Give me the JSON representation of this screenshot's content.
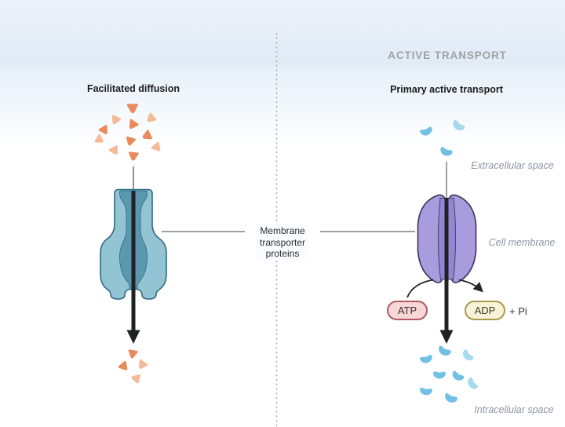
{
  "header": {
    "title": "ACTIVE TRANSPORT"
  },
  "panels": {
    "left": {
      "title": "Facilitated diffusion"
    },
    "right": {
      "title": "Primary active transport"
    }
  },
  "labels": {
    "extracellular": "Extracellular space",
    "cell_membrane": "Cell membrane",
    "intracellular": "Intracellular space",
    "transporter_lines": [
      "Membrane",
      "transporter",
      "proteins"
    ]
  },
  "energy": {
    "atp": "ATP",
    "adp": "ADP",
    "pi": "+ Pi"
  },
  "colors": {
    "orange": "#e9895c",
    "orange_light": "#f4ba97",
    "blue": "#72c1e5",
    "blue_light": "#a6d8ee",
    "teal_protein": "#8fc2d2",
    "teal_protein_channel": "#5596ac",
    "teal_protein_outline": "#2d6a80",
    "purple_protein": "#a99cde",
    "purple_protein_stripe": "#9386d2",
    "purple_protein_outline": "#3f3258",
    "membrane_head_front": "#a8b2c4",
    "membrane_head_bottom": "#9fabbd",
    "atp_fill": "#f9d7d7",
    "atp_border": "#b05a66",
    "adp_fill": "#f8f3d8",
    "adp_border": "#a89b4d",
    "arrow_black": "#1f2124",
    "label_gray": "#8b96a3",
    "header_gray": "#a1a1a4"
  },
  "particles": {
    "orange_top": [
      [
        169,
        138,
        178,
        1.15,
        "orange"
      ],
      [
        147,
        153,
        205,
        1.0,
        "orange_light"
      ],
      [
        192,
        151,
        230,
        1.0,
        "orange_light"
      ],
      [
        133,
        166,
        150,
        1.0,
        "orange"
      ],
      [
        169,
        159,
        215,
        1.05,
        "orange"
      ],
      [
        187,
        173,
        245,
        1.05,
        "orange"
      ],
      [
        127,
        178,
        120,
        0.95,
        "orange_light"
      ],
      [
        146,
        192,
        150,
        1.0,
        "orange_light"
      ],
      [
        166,
        180,
        195,
        1.0,
        "orange"
      ],
      [
        200,
        188,
        140,
        1.0,
        "orange_light"
      ],
      [
        170,
        199,
        185,
        1.05,
        "orange"
      ]
    ],
    "orange_bottom": [
      [
        169,
        451,
        190,
        1.0,
        "orange"
      ],
      [
        158,
        467,
        140,
        1.0,
        "orange"
      ],
      [
        181,
        465,
        215,
        1.0,
        "orange_light"
      ],
      [
        174,
        483,
        165,
        1.0,
        "orange_light"
      ]
    ],
    "blue_top": [
      [
        543,
        166,
        -30,
        1.0,
        "blue"
      ],
      [
        585,
        159,
        25,
        1.05,
        "blue_light"
      ],
      [
        569,
        192,
        10,
        1.0,
        "blue"
      ]
    ],
    "blue_bottom": [
      [
        567,
        446,
        15,
        1.05,
        "blue"
      ],
      [
        543,
        456,
        -25,
        1.0,
        "blue"
      ],
      [
        597,
        452,
        35,
        1.0,
        "blue_light"
      ],
      [
        560,
        476,
        -10,
        1.0,
        "blue"
      ],
      [
        584,
        478,
        20,
        1.0,
        "blue"
      ],
      [
        603,
        488,
        45,
        1.0,
        "blue_light"
      ],
      [
        543,
        497,
        -5,
        1.0,
        "blue"
      ],
      [
        575,
        506,
        12,
        1.05,
        "blue"
      ]
    ]
  }
}
